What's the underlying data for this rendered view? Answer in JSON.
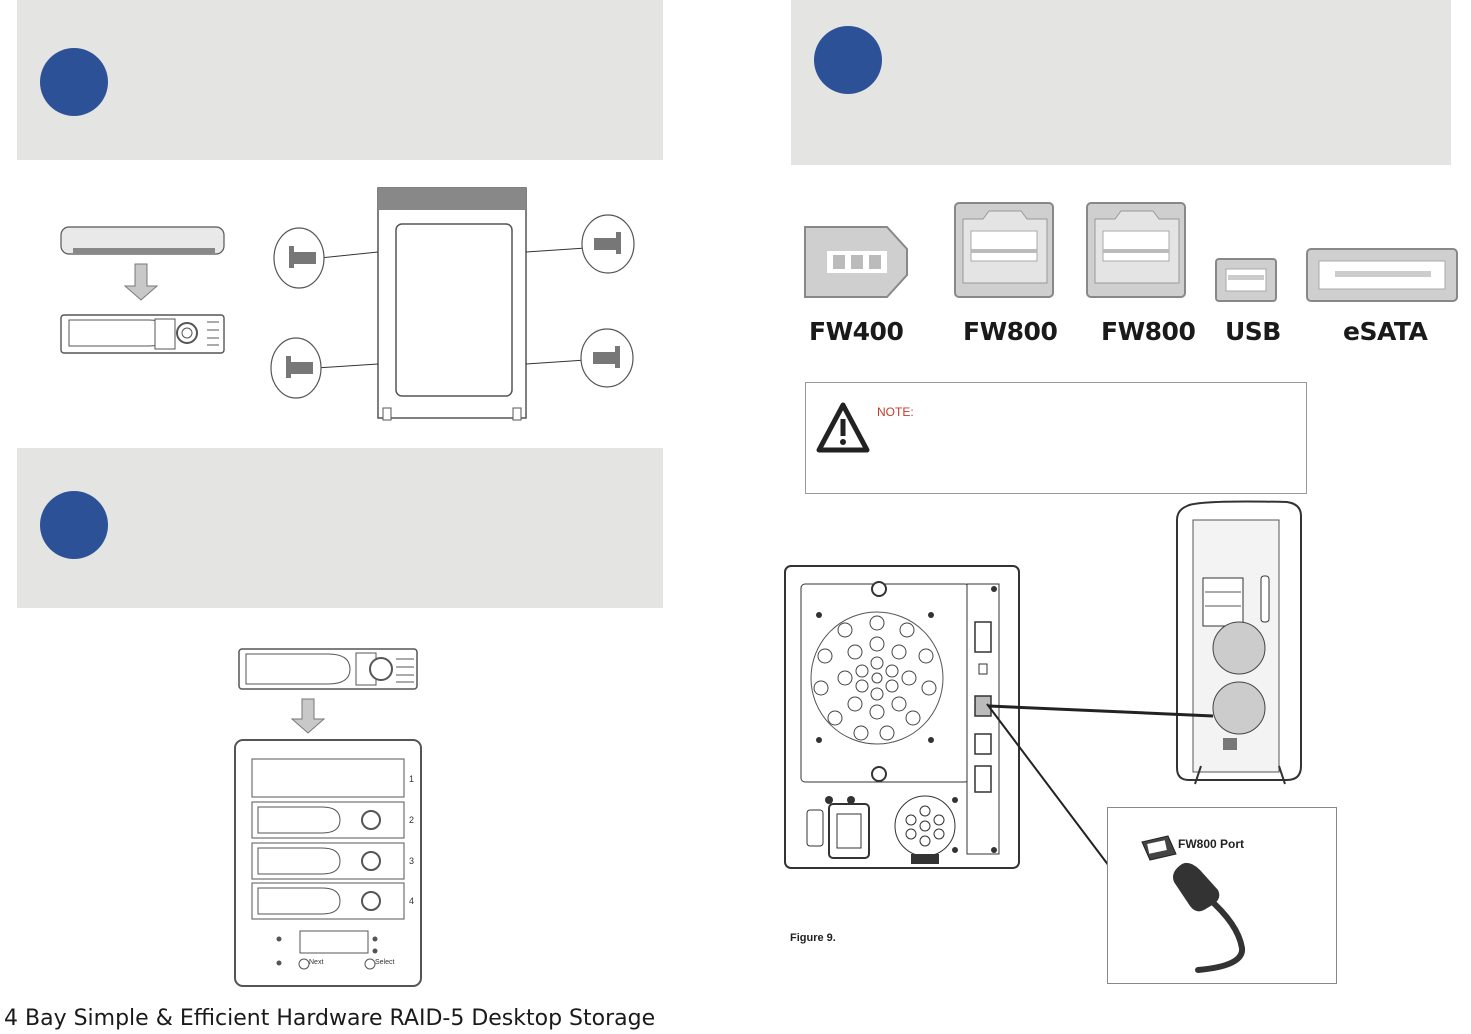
{
  "left_page": {
    "steps": [
      {
        "id": "step-a",
        "text": ""
      },
      {
        "id": "step-b",
        "text": ""
      }
    ],
    "footer": "4 Bay Simple & Efficient Hardware RAID-5 Desktop Storage",
    "bay_numbers": [
      "1",
      "2",
      "3",
      "4"
    ],
    "front_panel": {
      "next_label": "Next",
      "select_label": "Select"
    }
  },
  "right_page": {
    "step": {
      "text": ""
    },
    "ports": [
      {
        "label": "FW400",
        "icon": "fw400-port-icon"
      },
      {
        "label": "FW800",
        "icon": "fw800-port-icon"
      },
      {
        "label": "FW800",
        "icon": "fw800-port-icon"
      },
      {
        "label": "USB",
        "icon": "usb-port-icon"
      },
      {
        "label": "eSATA",
        "icon": "esata-port-icon"
      }
    ],
    "note": {
      "label": "NOTE:",
      "icon": "warning-icon"
    },
    "figure_caption": "Figure 9.",
    "inset_label": "FW800 Port"
  },
  "colors": {
    "panel": "#e4e4e3",
    "step_dot": "#2c5197",
    "note_red": "#c83a2b"
  }
}
